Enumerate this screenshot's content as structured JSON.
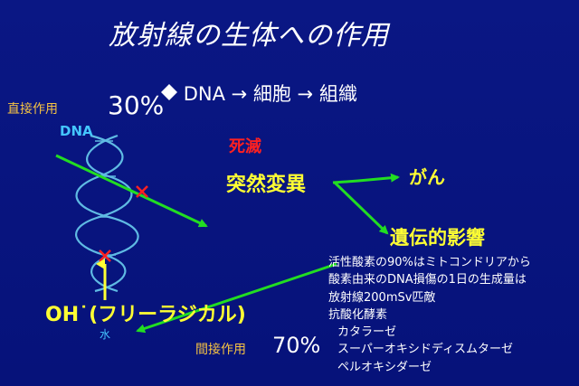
{
  "slide": {
    "title": "放射線の生体への作用",
    "subtitle": "DNA → 細胞 → 組織",
    "direct": {
      "label": "直接作用",
      "percent": "30%"
    },
    "dna_label": "DNA",
    "effects": {
      "death": "死滅",
      "mutation": "突然変異",
      "cancer": "がん",
      "hereditary": "遺伝的影響"
    },
    "info_lines": [
      "活性酸素の90%はミトコンドリアから",
      "酸素由来のDNA損傷の1日の生成量は",
      "放射線200mSv匹敵",
      "抗酸化酵素",
      "カタラーゼ",
      "スーパーオキシドディスムターゼ",
      "ペルオキシダーゼ"
    ],
    "radical": "OH˙(フリーラジカル)",
    "water": "水",
    "indirect": {
      "label": "間接作用",
      "percent": "70%"
    }
  },
  "colors": {
    "background": "#06137a",
    "arrow_green": "#22dd22",
    "highlight_yellow": "#ffff33",
    "death_red": "#ff2020",
    "label_orange": "#f6c343",
    "dna_blue": "#44c6ff"
  }
}
